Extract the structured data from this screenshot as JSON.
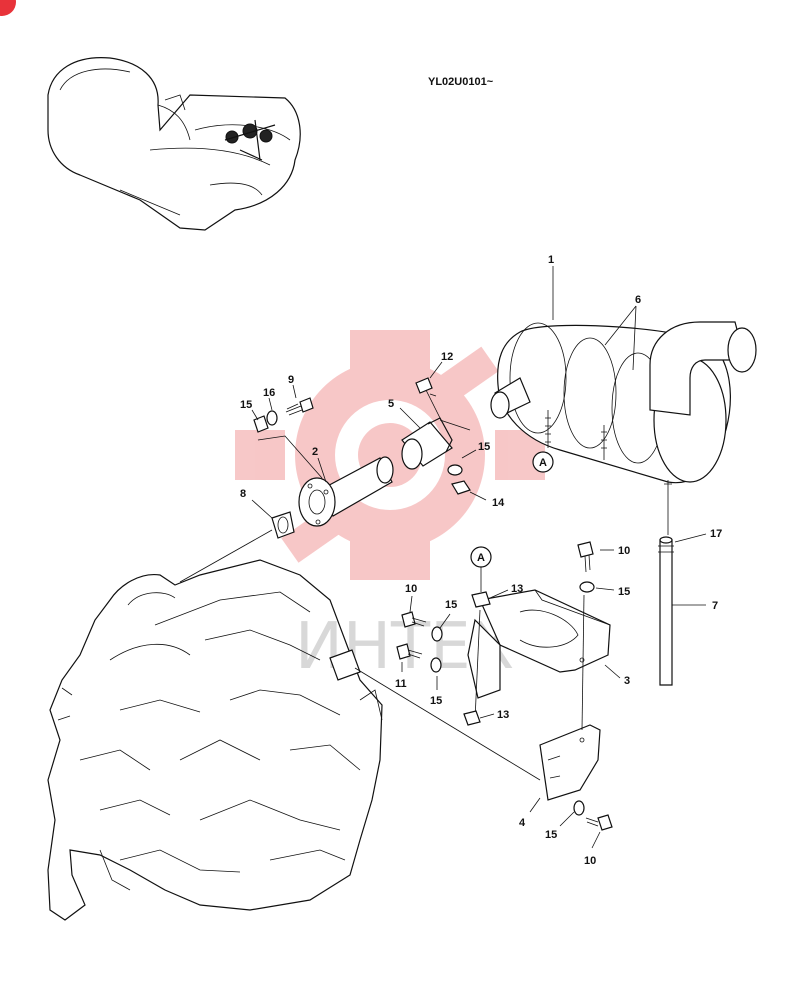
{
  "corner_badge": {
    "color": "#e8333a"
  },
  "serial": "YL02U0101~",
  "watermark": {
    "text": "ИНТЕХ",
    "color": "#f19b9b"
  },
  "callouts": {
    "p1": "1",
    "p2": "2",
    "p3": "3",
    "p4": "4",
    "p5": "5",
    "p6": "6",
    "p7": "7",
    "p8": "8",
    "p9": "9",
    "p10a": "10",
    "p10b": "10",
    "p10c": "10",
    "p11": "11",
    "p12": "12",
    "p13a": "13",
    "p13b": "13",
    "p14": "14",
    "p15a": "15",
    "p15b": "15",
    "p15c": "15",
    "p15d": "15",
    "p15e": "15",
    "p15f": "15",
    "p16": "16",
    "p17": "17",
    "refA1": "A",
    "refA2": "A"
  }
}
